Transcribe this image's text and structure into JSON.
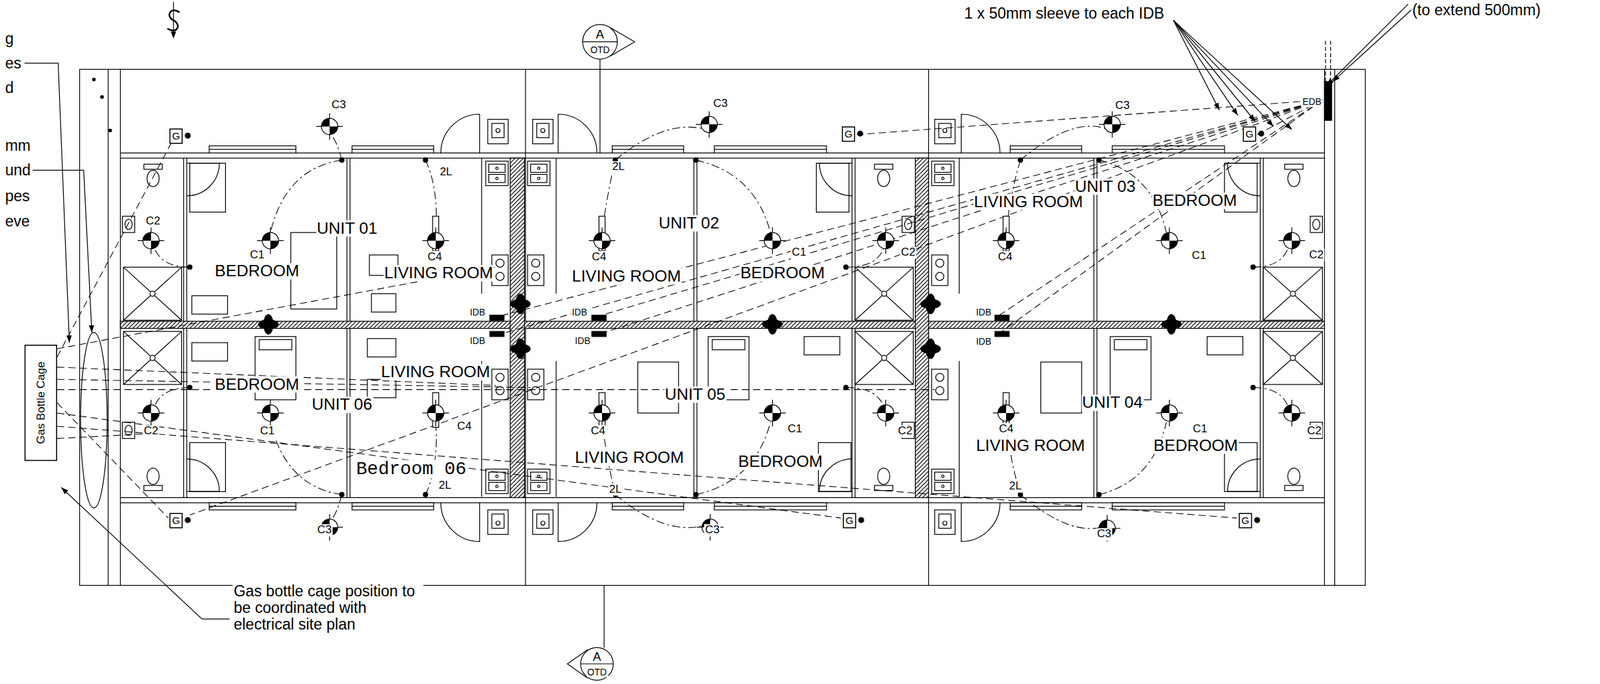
{
  "diagram": {
    "nodes": [
      {
        "text": [
          "G"
        ]
      },
      {
        "text": [
          "G"
        ]
      },
      {
        "text": [
          "G"
        ]
      },
      {
        "text": [
          "Gas Bottle Cage"
        ]
      },
      {
        "text": [
          "G"
        ]
      },
      {
        "text": [
          "G"
        ]
      },
      {
        "text": [
          "G"
        ]
      }
    ],
    "labels": [
      "g",
      "es",
      "d",
      "mm",
      "und",
      "pes",
      "eve",
      "1 x 50mm sleeve to each IDB",
      "(to extend 500mm)",
      "A",
      "OTD",
      "C3",
      "C3",
      "C3",
      "2L",
      "2L",
      "UNIT 01",
      "C2",
      "C1",
      "BEDROOM",
      "C4",
      "LIVING ROOM",
      "LIVING ROOM",
      "C4",
      "UNIT 02",
      "C1",
      "BEDROOM",
      "C2",
      "LIVING ROOM",
      "UNIT 03",
      "BEDROOM",
      "C4",
      "C1",
      "C2",
      "EDB",
      "IDB",
      "IDB",
      "IDB",
      "IDB",
      "IDB",
      "IDB",
      "BEDROOM",
      "LIVING ROOM",
      "UNIT 06",
      "C2",
      "C1",
      "C4",
      "UNIT 05",
      "C4",
      "C1",
      "C2",
      "UNIT 04",
      "C4",
      "C1",
      "C2",
      "LIVING ROOM",
      "BEDROOM",
      "LIVING ROOM",
      "BEDROOM",
      "Bedroom 06",
      "2L",
      "2L",
      "2L",
      "C3",
      "C3",
      "C3",
      "Gas bottle cage position to be coordinated with electrical site plan",
      "A",
      "OTD"
    ]
  }
}
